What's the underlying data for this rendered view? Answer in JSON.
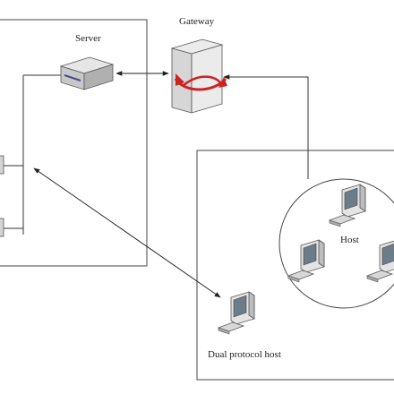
{
  "labels": {
    "server": "Server",
    "gateway": "Gateway",
    "host": "Host",
    "dual_protocol_host": "Dual protocol host"
  },
  "colors": {
    "line": "#333333",
    "box_border": "#444444",
    "device_light": "#e6e6e6",
    "device_mid": "#c4c4c4",
    "device_dark": "#8c8c8c",
    "gateway_arrow": "#cc2222",
    "screen": "#6c7c88"
  },
  "icons": {
    "server": "server-icon",
    "gateway": "gateway-tower-icon",
    "host": "computer-icon"
  }
}
